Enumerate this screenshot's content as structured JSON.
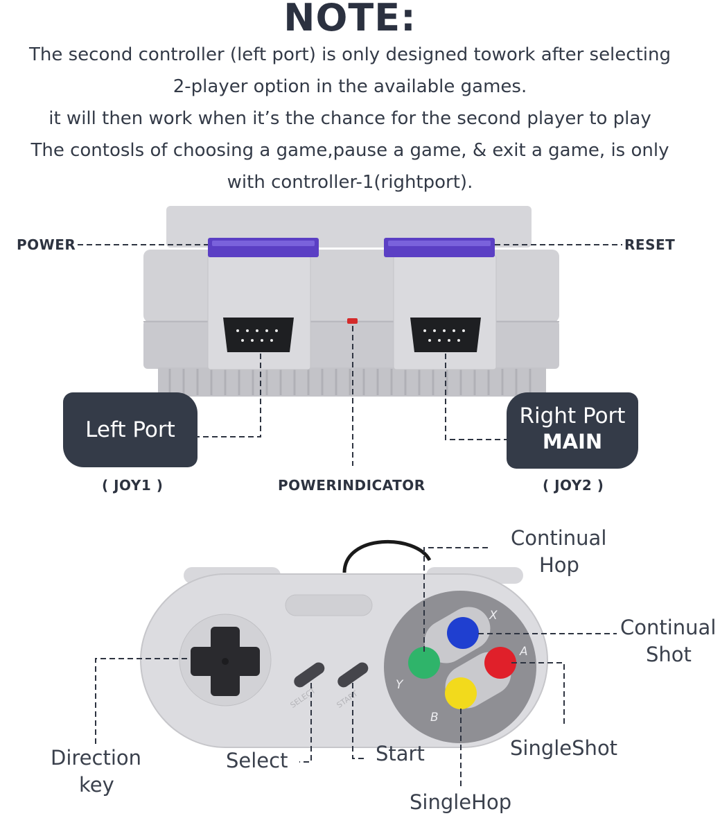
{
  "note": {
    "title": "NOTE:",
    "lines": [
      "The second controller (left port) is only designed towork after selecting",
      "2-player option in the available games.",
      "it will then work when it’s the chance for the second player to play",
      "The contosls of choosing a game,pause a game, & exit a game, is only",
      "with controller-1(rightport)."
    ]
  },
  "console": {
    "power": "POWER",
    "reset": "RESET",
    "left_port": "Left Port",
    "right_port": "Right Port",
    "right_port_sub": "MAIN",
    "joy1": "( JOY1 )",
    "joy2": "( JOY2 )",
    "power_indicator": "POWERINDICATOR"
  },
  "controller": {
    "continual_hop_1": "Continual",
    "continual_hop_2": "Hop",
    "continual_shot_1": "Continual",
    "continual_shot_2": "Shot",
    "single_shot": "SingleShot",
    "single_hop": "SingleHop",
    "start": "Start",
    "select": "Select",
    "direction_1": "Direction",
    "direction_2": "key",
    "btn_x": "X",
    "btn_a": "A",
    "btn_y": "Y",
    "btn_b": "B",
    "select_print": "SELECT",
    "start_print": "START"
  },
  "colors": {
    "button_blue": "#1f3fd0",
    "button_red": "#e0202a",
    "button_green": "#2fb46a",
    "button_yellow": "#f2da1c",
    "reset_power_purple": "#5b3fc4",
    "label_box": "#343b48"
  }
}
